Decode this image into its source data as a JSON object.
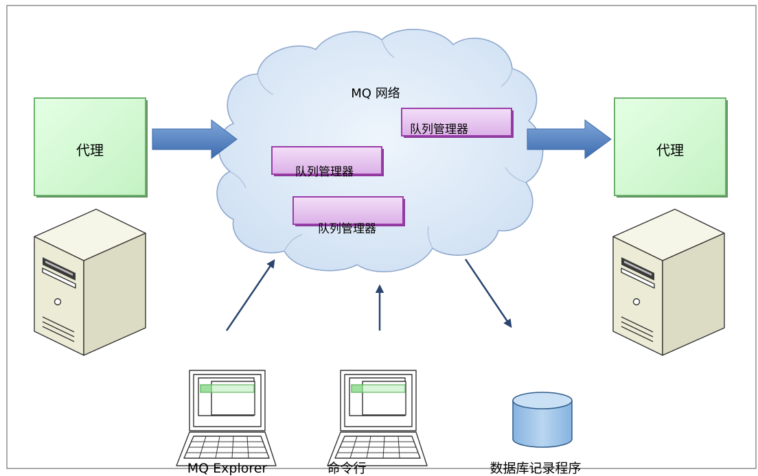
{
  "diagram": {
    "network_label": "MQ 网络",
    "queue_managers": [
      "队列管理器",
      "队列管理器",
      "队列管理器"
    ],
    "agent_left": "代理",
    "agent_right": "代理",
    "client_explorer": "MQ Explorer",
    "client_cli": "命令行",
    "database": "数据库记录程序"
  },
  "icons": {
    "server_left": "server-tower-icon",
    "server_right": "server-tower-icon",
    "laptop_explorer": "laptop-icon",
    "laptop_cli": "laptop-icon",
    "database": "database-cylinder-icon"
  },
  "colors": {
    "cloud_fill": "#dce8f6",
    "queue_manager_fill": "#e8c8f0",
    "agent_fill": "#ccffcc",
    "block_arrow": "#4f81bd",
    "connector": "#2a4470",
    "database_fill": "#9dc3e6"
  }
}
